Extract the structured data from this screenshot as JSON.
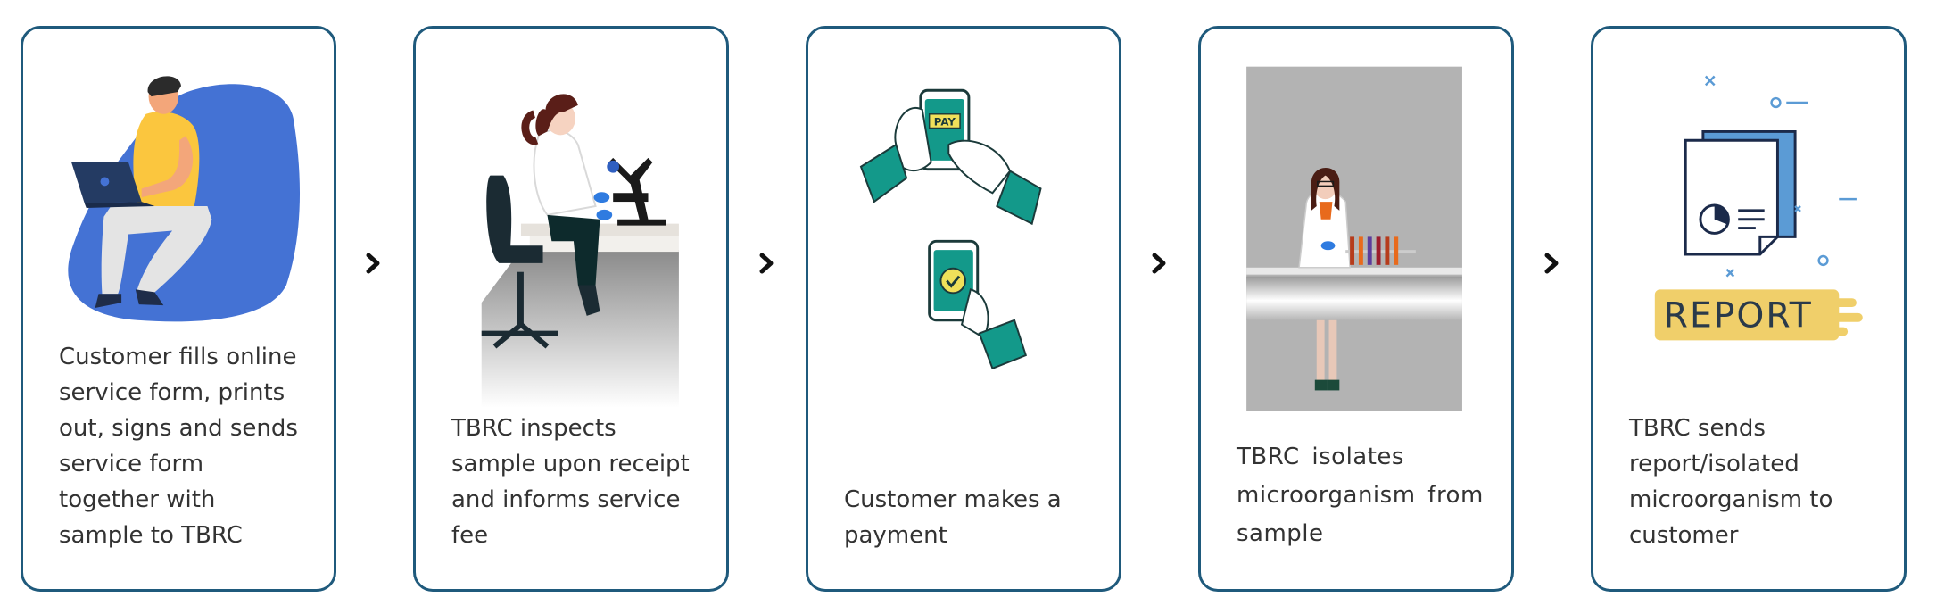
{
  "steps": [
    {
      "id": "fill-form",
      "text": "Customer fills online service form, prints out, signs and sends service form together with sample to TBRC",
      "icon": "person-with-laptop"
    },
    {
      "id": "inspect",
      "text": "TBRC inspects sample upon receipt and informs service fee",
      "icon": "scientist-microscope"
    },
    {
      "id": "payment",
      "text": "Customer makes a payment",
      "icon": "mobile-payment"
    },
    {
      "id": "isolate",
      "text": "TBRC isolates microorganism from sample",
      "icon": "lab-scientist"
    },
    {
      "id": "report",
      "text": "TBRC sends report/isolated microorganism to customer",
      "icon": "report-document"
    }
  ],
  "labels": {
    "pay": "PAY",
    "report": "REPORT"
  },
  "colors": {
    "border": "#1f5a7c",
    "text": "#333333",
    "blue": "#4472d4",
    "teal": "#13998a",
    "report_yellow": "#f0cf6a"
  }
}
